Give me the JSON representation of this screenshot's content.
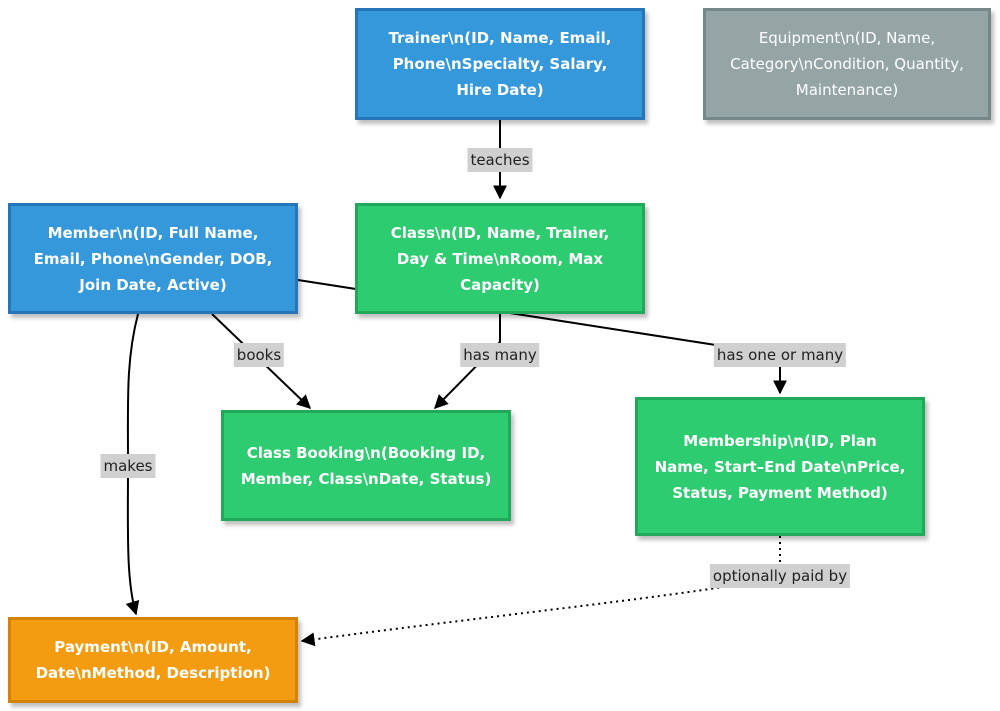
{
  "nodes": {
    "trainer": "Trainer\\n(ID, Name, Email, Phone\\nSpecialty, Salary, Hire Date)",
    "equipment": "Equipment\\n(ID, Name, Category\\nCondition, Quantity, Maintenance)",
    "member": "Member\\n(ID, Full Name, Email, Phone\\nGender, DOB, Join Date, Active)",
    "class": "Class\\n(ID, Name, Trainer, Day & Time\\nRoom, Max Capacity)",
    "class_booking": "Class Booking\\n(Booking ID, Member, Class\\nDate, Status)",
    "membership": "Membership\\n(ID, Plan Name, Start–End Date\\nPrice, Status, Payment Method)",
    "payment": "Payment\\n(ID, Amount, Date\\nMethod, Description)"
  },
  "edges": {
    "teaches": "teaches",
    "books": "books",
    "has_many": "has many",
    "has_one_or_many": "has one or many",
    "makes": "makes",
    "optionally_paid_by": "optionally paid by"
  }
}
